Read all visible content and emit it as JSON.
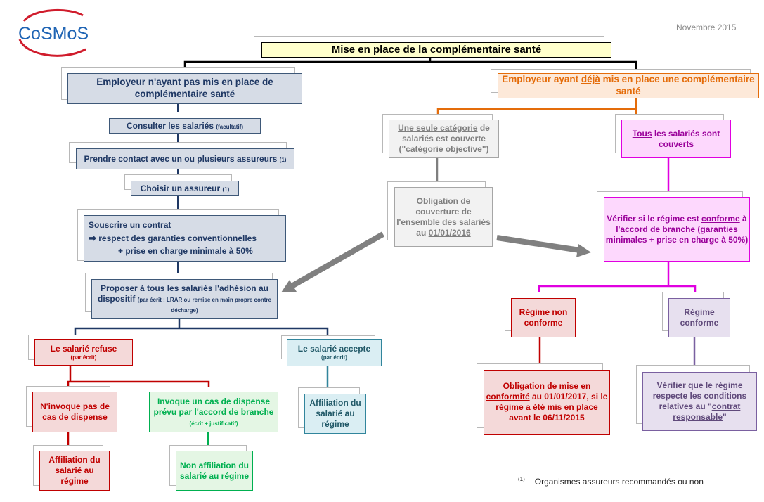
{
  "brand": "CoSMoS",
  "date": "Novembre 2015",
  "title": "Mise en place de la complémentaire santé",
  "left": {
    "header": {
      "pre": "Employeur n'ayant ",
      "u": "pas",
      "post": " mis en place de complémentaire santé"
    },
    "consult": {
      "main": "Consulter les salariés ",
      "small": "(facultatif)"
    },
    "contact": {
      "main": "Prendre contact avec un ou plusieurs assureurs ",
      "small": "(1)"
    },
    "choose": {
      "main": "Choisir un assureur ",
      "small": "(1)"
    },
    "contract": {
      "title": "Souscrire un contrat",
      "line1": "respect des garanties conventionnelles",
      "line2": "+ prise en charge minimale à 50%"
    },
    "propose": {
      "main": "Proposer à tous les salariés l'adhésion au dispositif ",
      "small": "(par écrit : LRAR ou remise en main propre contre décharge)"
    },
    "refuse": {
      "main": "Le salarié refuse",
      "small": "(par écrit)"
    },
    "accept": {
      "main": "Le salarié accepte",
      "small": "(par écrit)"
    },
    "no_dispense": "N'invoque pas de cas de dispense",
    "dispense": {
      "main": "Invoque un cas de dispense prévu par l'accord de branche ",
      "small": "(écrit + justificatif)"
    },
    "affil1": "Affiliation du salarié au régime",
    "non_affil": "Non affiliation du salarié au régime",
    "affil2": "Affiliation du salarié au régime"
  },
  "middle": {
    "one_cat": {
      "u": "Une seule catégorie",
      "post": " de salariés est couverte (\"catégorie objective\")"
    },
    "obligation": {
      "pre": "Obligation de couverture de l'ensemble des salariés au ",
      "u": "01/01/2016"
    }
  },
  "right": {
    "header": {
      "pre": "Employeur ayant ",
      "u": "déjà",
      "post": " mis en place une complémentaire santé"
    },
    "all": {
      "u": "Tous",
      "post": " les salariés sont couverts"
    },
    "verify": {
      "pre": "Vérifier  si le régime est ",
      "u": "conforme",
      "post": " à l'accord de branche (garanties minimales  + prise en charge à 50%)"
    },
    "nonconf": {
      "pre": "Régime ",
      "u": "non",
      "post": " conforme"
    },
    "conf": "Régime conforme",
    "oblig2": {
      "pre": "Obligation de ",
      "u": "mise en conformité",
      "post": " au 01/01/2017, si le régime a été mis en place avant le 06/11/2015"
    },
    "verify2": {
      "pre": "Vérifier  que le régime respecte les conditions relatives au \"",
      "u": "contrat responsable",
      "post": "\""
    }
  },
  "footnote": {
    "mark": "(1)",
    "text": "Organismes assureurs recommandés ou non"
  },
  "colors": {
    "navy": "#1f3864",
    "orange": "#e46c0a",
    "magenta": "#e000e0",
    "red": "#c00000",
    "purple": "#7a60a0",
    "green": "#00b050",
    "teal": "#31859c",
    "grey": "#7f7f7f",
    "logo": "#1f64b4"
  }
}
